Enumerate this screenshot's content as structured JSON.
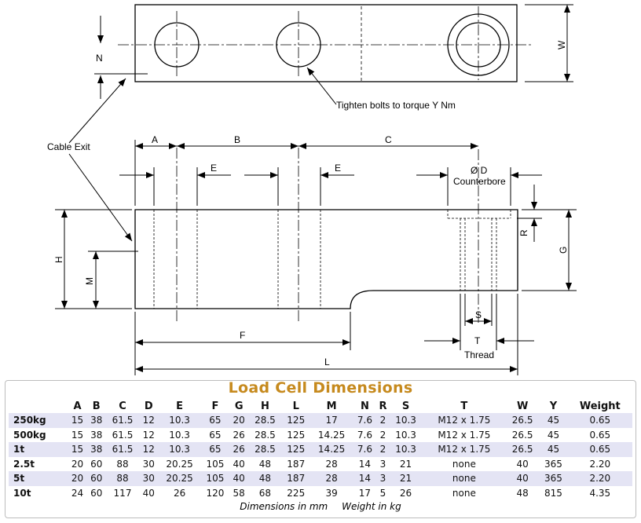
{
  "diagram": {
    "annotations": {
      "cable_exit": "Cable Exit",
      "tighten_bolts": "Tighten bolts to torque Y Nm",
      "counterbore_dia": "Ø D",
      "counterbore": "Counterbore",
      "thread": "Thread"
    },
    "dimension_labels": {
      "A": "A",
      "B": "B",
      "C": "C",
      "E": "E",
      "F": "F",
      "L": "L",
      "H": "H",
      "M": "M",
      "N": "N",
      "W": "W",
      "G": "G",
      "R": "R",
      "S": "S",
      "T": "T"
    }
  },
  "table": {
    "title": "Load Cell Dimensions",
    "title_color": "#C68A1E",
    "row_shade_color": "#E4E4F4",
    "columns": [
      "",
      "A",
      "B",
      "C",
      "D",
      "E",
      "F",
      "G",
      "H",
      "L",
      "M",
      "N",
      "R",
      "S",
      "T",
      "W",
      "Y",
      "Weight"
    ],
    "rows": [
      [
        "250kg",
        "15",
        "38",
        "61.5",
        "12",
        "10.3",
        "65",
        "20",
        "28.5",
        "125",
        "17",
        "7.6",
        "2",
        "10.3",
        "M12 x 1.75",
        "26.5",
        "45",
        "0.65"
      ],
      [
        "500kg",
        "15",
        "38",
        "61.5",
        "12",
        "10.3",
        "65",
        "26",
        "28.5",
        "125",
        "14.25",
        "7.6",
        "2",
        "10.3",
        "M12 x 1.75",
        "26.5",
        "45",
        "0.65"
      ],
      [
        "1t",
        "15",
        "38",
        "61.5",
        "12",
        "10.3",
        "65",
        "26",
        "28.5",
        "125",
        "14.25",
        "7.6",
        "2",
        "10.3",
        "M12 x 1.75",
        "26.5",
        "45",
        "0.65"
      ],
      [
        "2.5t",
        "20",
        "60",
        "88",
        "30",
        "20.25",
        "105",
        "40",
        "48",
        "187",
        "28",
        "14",
        "3",
        "21",
        "none",
        "40",
        "365",
        "2.20"
      ],
      [
        "5t",
        "20",
        "60",
        "88",
        "30",
        "20.25",
        "105",
        "40",
        "48",
        "187",
        "28",
        "14",
        "3",
        "21",
        "none",
        "40",
        "365",
        "2.20"
      ],
      [
        "10t",
        "24",
        "60",
        "117",
        "40",
        "26",
        "120",
        "58",
        "68",
        "225",
        "39",
        "17",
        "5",
        "26",
        "none",
        "48",
        "815",
        "4.35"
      ]
    ],
    "note_dimensions": "Dimensions in mm",
    "note_weight": "Weight in kg"
  }
}
